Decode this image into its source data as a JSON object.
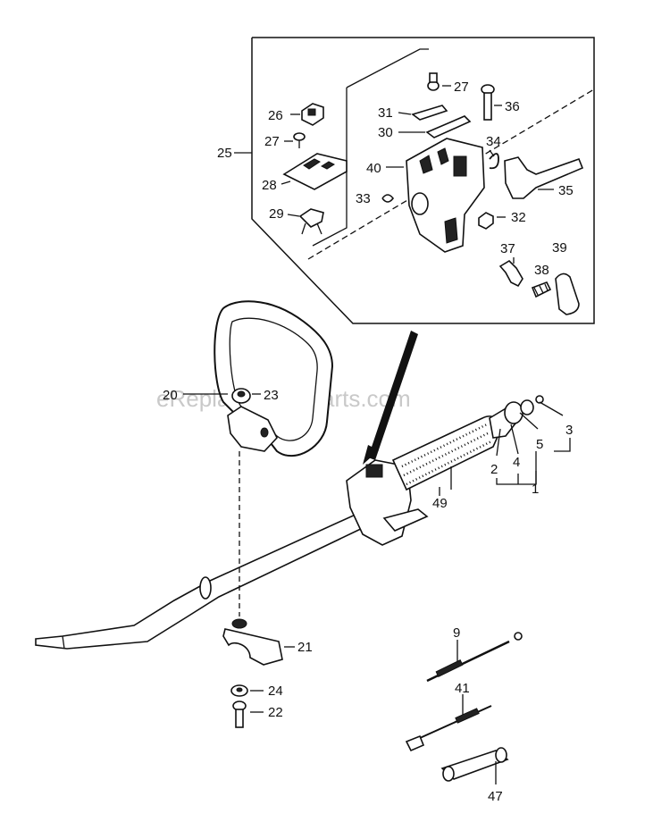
{
  "watermark": "eReplacementParts.com",
  "labels": {
    "p1": "1",
    "p2": "2",
    "p3": "3",
    "p4": "4",
    "p5": "5",
    "p9": "9",
    "p20": "20",
    "p21": "21",
    "p22": "22",
    "p23": "23",
    "p24": "24",
    "p25": "25",
    "p26": "26",
    "p27a": "27",
    "p27b": "27",
    "p28": "28",
    "p29": "29",
    "p30": "30",
    "p31": "31",
    "p32": "32",
    "p33": "33",
    "p34": "34",
    "p35": "35",
    "p36": "36",
    "p37": "37",
    "p38": "38",
    "p39": "39",
    "p40": "40",
    "p41": "41",
    "p47": "47",
    "p49": "49"
  }
}
